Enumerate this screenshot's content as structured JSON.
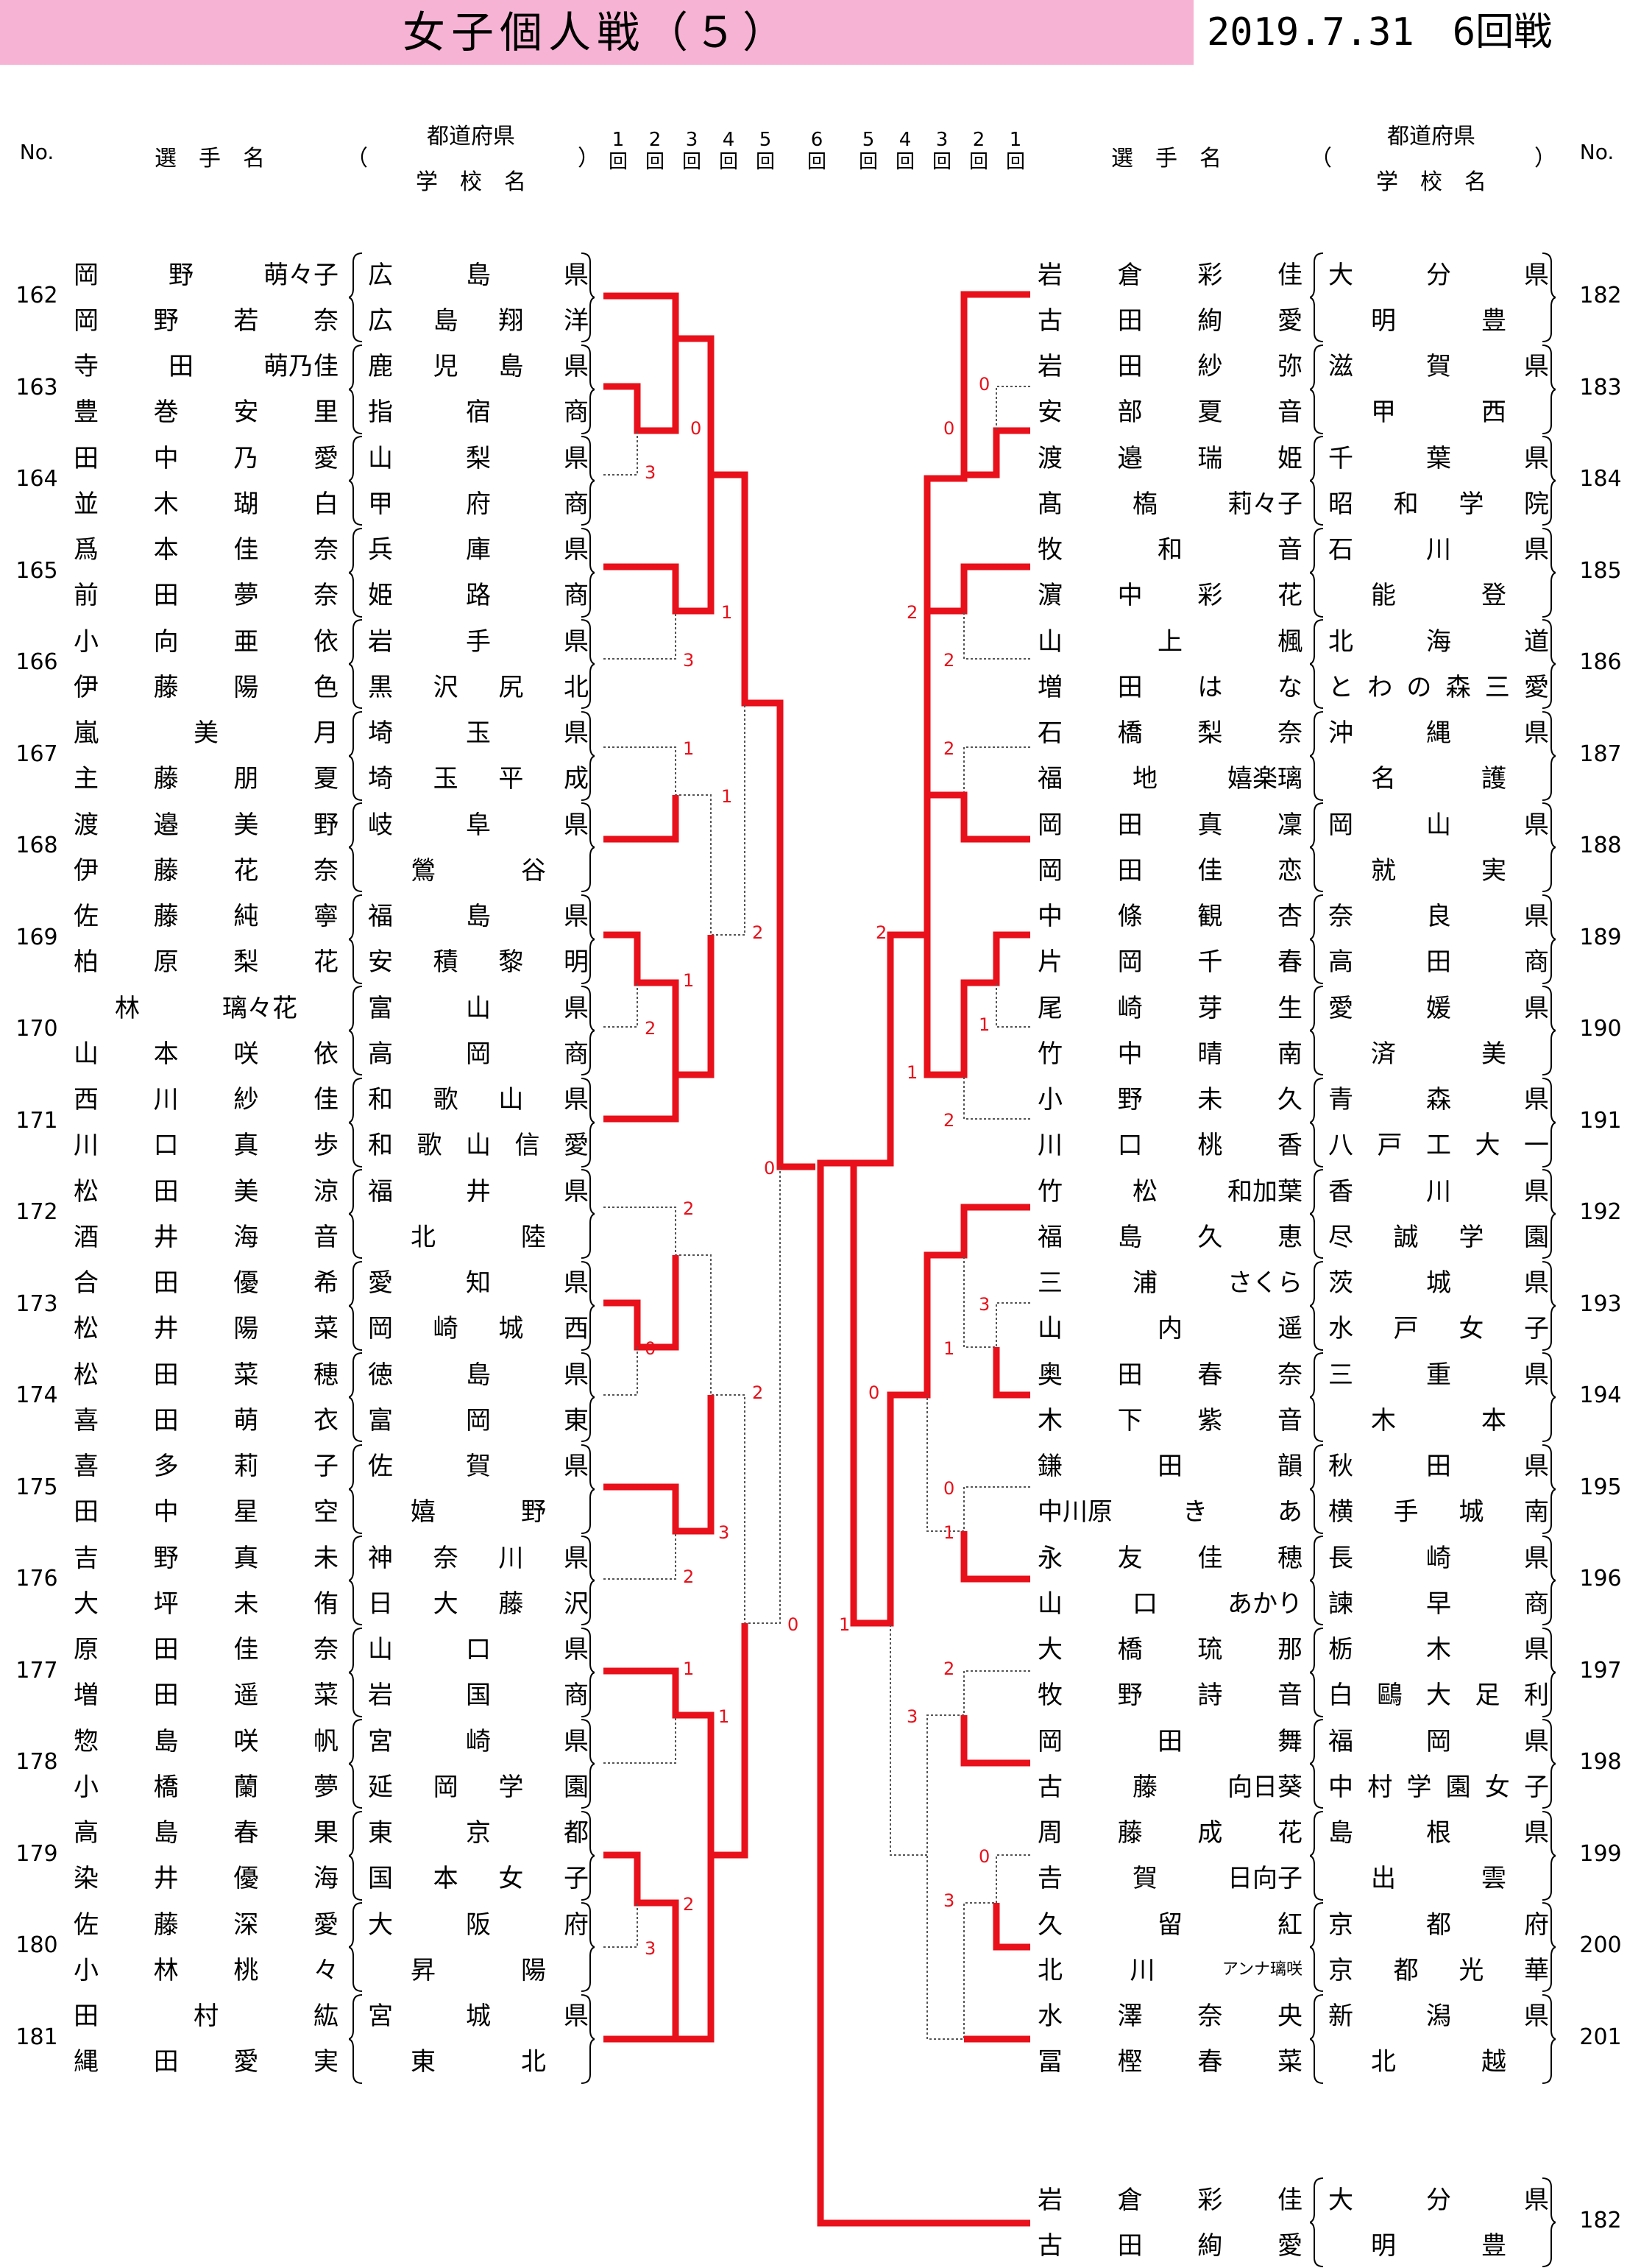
{
  "header": {
    "title": "女子個人戦（５）",
    "date_round": "2019.7.31　6回戦",
    "no_label": "No.",
    "name_label": "選　手　名",
    "pref_label": "都道府県",
    "school_label": "学　校　名",
    "paren_open": "（",
    "paren_close": "）",
    "rounds_left": [
      "1",
      "2",
      "3",
      "4",
      "5",
      "6"
    ],
    "rounds_right": [
      "5",
      "4",
      "3",
      "2",
      "1"
    ],
    "round_unit": "回"
  },
  "left_entries": [
    {
      "no": "162",
      "p1": "岡　野　萌々子",
      "p2": "岡　野　若　奈",
      "pref": "広　島　県",
      "school": "広島翔洋"
    },
    {
      "no": "163",
      "p1": "寺　田　萌乃佳",
      "p2": "豊　巻　安　里",
      "pref": "鹿児島県",
      "school": "指　宿　商"
    },
    {
      "no": "164",
      "p1": "田　中　乃　愛",
      "p2": "並　木　瑚　白",
      "pref": "山　梨　県",
      "school": "甲　府　商"
    },
    {
      "no": "165",
      "p1": "爲　本　佳　奈",
      "p2": "前　田　夢　奈",
      "pref": "兵　庫　県",
      "school": "姫　路　商"
    },
    {
      "no": "166",
      "p1": "小　向　亜　依",
      "p2": "伊　藤　陽　色",
      "pref": "岩　手　県",
      "school": "黒沢尻北"
    },
    {
      "no": "167",
      "p1": "嵐　　美　月",
      "p2": "主　藤　朋　夏",
      "pref": "埼　玉　県",
      "school": "埼玉平成"
    },
    {
      "no": "168",
      "p1": "渡　邉　美　野",
      "p2": "伊　藤　花　奈",
      "pref": "岐　阜　県",
      "school": "鶯　　谷"
    },
    {
      "no": "169",
      "p1": "佐　藤　純　寧",
      "p2": "柏　原　梨　花",
      "pref": "福　島　県",
      "school": "安積黎明"
    },
    {
      "no": "170",
      "p1": "林　　璃々花",
      "p2": "山　本　咲　依",
      "pref": "富　山　県",
      "school": "高　岡　商"
    },
    {
      "no": "171",
      "p1": "西　川　紗　佳",
      "p2": "川　口　真　歩",
      "pref": "和歌山県",
      "school": "和歌山信愛"
    },
    {
      "no": "172",
      "p1": "松　田　美　涼",
      "p2": "酒　井　海　音",
      "pref": "福　井　県",
      "school": "北　　陸"
    },
    {
      "no": "173",
      "p1": "合　田　優　希",
      "p2": "松　井　陽　菜",
      "pref": "愛　知　県",
      "school": "岡崎城西"
    },
    {
      "no": "174",
      "p1": "松　田　菜　穂",
      "p2": "喜　田　萌　衣",
      "pref": "徳　島　県",
      "school": "富　岡　東"
    },
    {
      "no": "175",
      "p1": "喜　多　莉　子",
      "p2": "田　中　星　空",
      "pref": "佐　賀　県",
      "school": "嬉　　野"
    },
    {
      "no": "176",
      "p1": "吉　野　真　未",
      "p2": "大　坪　未　侑",
      "pref": "神奈川県",
      "school": "日大藤沢"
    },
    {
      "no": "177",
      "p1": "原　田　佳　奈",
      "p2": "増　田　遥　菜",
      "pref": "山　口　県",
      "school": "岩　国　商"
    },
    {
      "no": "178",
      "p1": "惣　島　咲　帆",
      "p2": "小　橋　蘭　夢",
      "pref": "宮　崎　県",
      "school": "延岡学園"
    },
    {
      "no": "179",
      "p1": "高　島　春　果",
      "p2": "染　井　優　海",
      "pref": "東　京　都",
      "school": "国本女子"
    },
    {
      "no": "180",
      "p1": "佐　藤　深　愛",
      "p2": "小　林　桃　々",
      "pref": "大　阪　府",
      "school": "昇　　陽"
    },
    {
      "no": "181",
      "p1": "田　村　　紘",
      "p2": "縄　田　愛　実",
      "pref": "宮　城　県",
      "school": "東　　北"
    }
  ],
  "right_entries": [
    {
      "no": "182",
      "p1": "岩　倉　彩　佳",
      "p2": "古　田　絢　愛",
      "pref": "大　分　県",
      "school": "明　　豊"
    },
    {
      "no": "183",
      "p1": "岩　田　紗　弥",
      "p2": "安　部　夏　音",
      "pref": "滋　賀　県",
      "school": "甲　　西"
    },
    {
      "no": "184",
      "p1": "渡　邉　瑞　姫",
      "p2": "髙　槗　莉々子",
      "pref": "千　葉　県",
      "school": "昭和学院"
    },
    {
      "no": "185",
      "p1": "牧　　和　音",
      "p2": "濵　中　彩　花",
      "pref": "石　川　県",
      "school": "能　　登"
    },
    {
      "no": "186",
      "p1": "山　上　　楓",
      "p2": "増　田　は　な",
      "pref": "北　海　道",
      "school": "とわの森三愛"
    },
    {
      "no": "187",
      "p1": "石　橋　梨　奈",
      "p2": "福　地　嬉楽璃",
      "pref": "沖　縄　県",
      "school": "名　　護"
    },
    {
      "no": "188",
      "p1": "岡　田　真　凜",
      "p2": "岡　田　佳　恋",
      "pref": "岡　山　県",
      "school": "就　　実"
    },
    {
      "no": "189",
      "p1": "中　條　観　杏",
      "p2": "片　岡　千　春",
      "pref": "奈　良　県",
      "school": "高　田　商"
    },
    {
      "no": "190",
      "p1": "尾　崎　芽　生",
      "p2": "竹　中　晴　南",
      "pref": "愛　媛　県",
      "school": "済　　美"
    },
    {
      "no": "191",
      "p1": "小　野　未　久",
      "p2": "川　口　桃　香",
      "pref": "青　森　県",
      "school": "八戸工大一"
    },
    {
      "no": "192",
      "p1": "竹　松　和加葉",
      "p2": "福　島　久　恵",
      "pref": "香　川　県",
      "school": "尽誠学園"
    },
    {
      "no": "193",
      "p1": "三　浦　さくら",
      "p2": "山　内　　遥",
      "pref": "茨　城　県",
      "school": "水戸女子"
    },
    {
      "no": "194",
      "p1": "奥　田　春　奈",
      "p2": "木　下　紫　音",
      "pref": "三　重　県",
      "school": "木　　本"
    },
    {
      "no": "195",
      "p1": "鎌　田　　韻",
      "p2": "中川原　き　あ",
      "pref": "秋　田　県",
      "school": "横手城南"
    },
    {
      "no": "196",
      "p1": "永　友　佳　穂",
      "p2": "山　口　あかり",
      "pref": "長　崎　県",
      "school": "諫　早　商"
    },
    {
      "no": "197",
      "p1": "大　橋　琉　那",
      "p2": "牧　野　詩　音",
      "pref": "栃　木　県",
      "school": "白鷗大足利"
    },
    {
      "no": "198",
      "p1": "岡　田　　舞",
      "p2": "古　藤　向日葵",
      "pref": "福　岡　県",
      "school": "中村学園女子"
    },
    {
      "no": "199",
      "p1": "周　藤　成　花",
      "p2": "𠮷　賀　日向子",
      "pref": "島　根　県",
      "school": "出　　雲"
    },
    {
      "no": "200",
      "p1": "久　留　　紅",
      "p2": "北　川　アンナ璃咲",
      "pref": "京　都　府",
      "school": "京都光華"
    },
    {
      "no": "201",
      "p1": "水　澤　奈　央",
      "p2": "冨　樫　春　菜",
      "pref": "新　潟　県",
      "school": "北　　越"
    }
  ],
  "champion": {
    "no": "182",
    "p1": "岩　倉　彩　佳",
    "p2": "古　田　絢　愛",
    "pref": "大　分　県",
    "school": "明　　豊"
  },
  "scores_left": [
    "0",
    "3",
    "1",
    "3",
    "1",
    "1",
    "2",
    "1",
    "2",
    "0",
    "2",
    "0",
    "2",
    "3",
    "2",
    "0",
    "1",
    "1",
    "2",
    "3"
  ],
  "scores_right": [
    "0",
    "0",
    "2",
    "2",
    "2",
    "2",
    "1",
    "1",
    "2",
    "3",
    "1",
    "0",
    "0",
    "1",
    "2",
    "3",
    "0",
    "3",
    "1"
  ],
  "colors": {
    "title_bg": "#f6b3d4",
    "winner_line": "#e8101a",
    "score": "#e8101a"
  }
}
